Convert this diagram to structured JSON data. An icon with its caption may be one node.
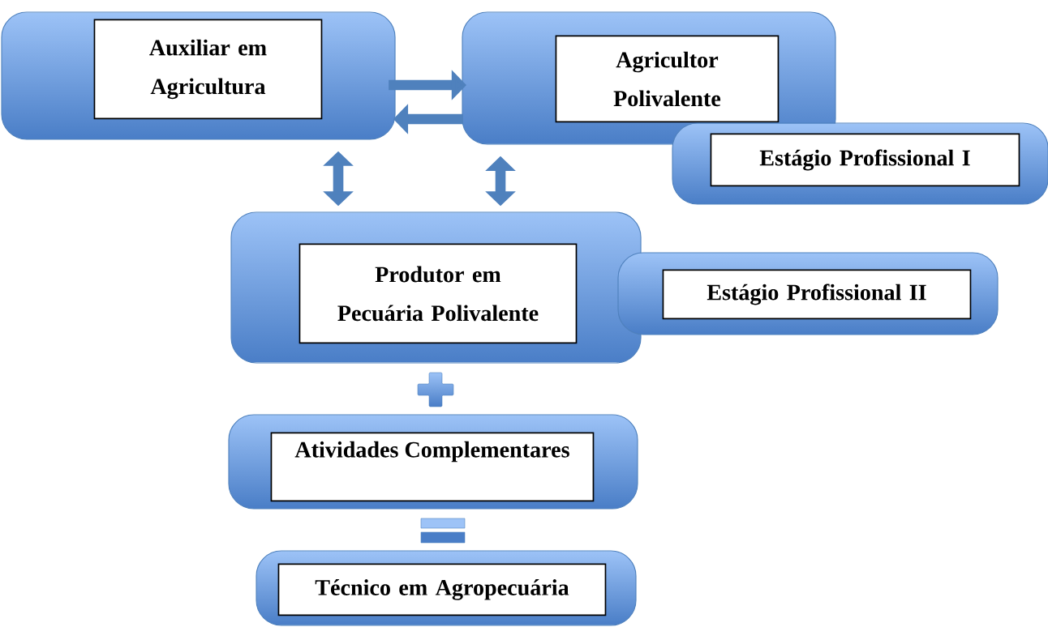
{
  "diagram": {
    "nodes": [
      {
        "text": [],
        "shape": "box"
      },
      {
        "text": [
          "**Auxiliar em Agricultura**"
        ],
        "in": 0
      },
      {
        "text": [],
        "shape": "box"
      },
      {
        "text": [
          "**Agricultor Polivalente**"
        ],
        "in": 2
      },
      {
        "text": [],
        "shape": "box"
      },
      {
        "text": [
          "**Estágio Profissional I**"
        ],
        "in": 4
      },
      {
        "text": [],
        "shape": "box"
      },
      {
        "text": [
          "**Produtor em Pecuária Polivalente**"
        ],
        "in": 6
      },
      {
        "text": [],
        "shape": "box"
      },
      {
        "text": [
          "**Estágio Profissional II**"
        ],
        "in": 8
      },
      {
        "text": [],
        "shape": "box"
      },
      {
        "text": [
          "**Atividades Complementares**"
        ],
        "in": 10
      },
      {
        "text": [],
        "shape": "box"
      },
      {
        "text": [
          "**Técnico em Agropecuária**"
        ],
        "in": 12
      }
    ],
    "edges": [
      {
        "from": 0,
        "to": 2,
        "arrow": "to"
      },
      {
        "from": 2,
        "to": 0,
        "arrow": "to"
      },
      {
        "from": 0,
        "to": 6,
        "arrow": "both"
      },
      {
        "from": 2,
        "to": 6,
        "arrow": "both"
      }
    ]
  }
}
